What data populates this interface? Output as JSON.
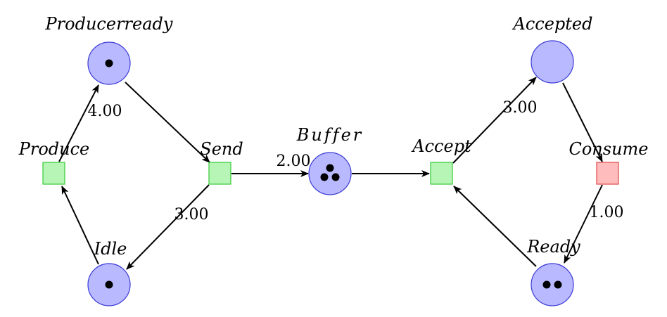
{
  "places": {
    "producer_ready": {
      "label": "Producerready",
      "tokens": 1
    },
    "idle": {
      "label": "Idle",
      "tokens": 1
    },
    "buffer": {
      "label": "Buffer",
      "tokens": 3
    },
    "accepted": {
      "label": "Accepted",
      "tokens": 0
    },
    "ready": {
      "label": "Ready",
      "tokens": 2
    }
  },
  "transitions": {
    "produce": {
      "label": "Produce"
    },
    "send": {
      "label": "Send"
    },
    "accept": {
      "label": "Accept"
    },
    "consume": {
      "label": "Consume"
    }
  },
  "arc_weights": {
    "produce_to_producer_ready": "4.00",
    "send_to_idle": "3.00",
    "send_to_buffer": "2.00",
    "accept_to_accepted": "3.00",
    "consume_to_ready": "1.00"
  },
  "colors": {
    "place_fill": "#b9b9ff",
    "place_stroke": "#3b3bd6",
    "transition_fill": "#b7f5b7",
    "transition_stroke": "#38c838",
    "consume_fill": "#ffbcbc",
    "consume_stroke": "#e04848"
  }
}
